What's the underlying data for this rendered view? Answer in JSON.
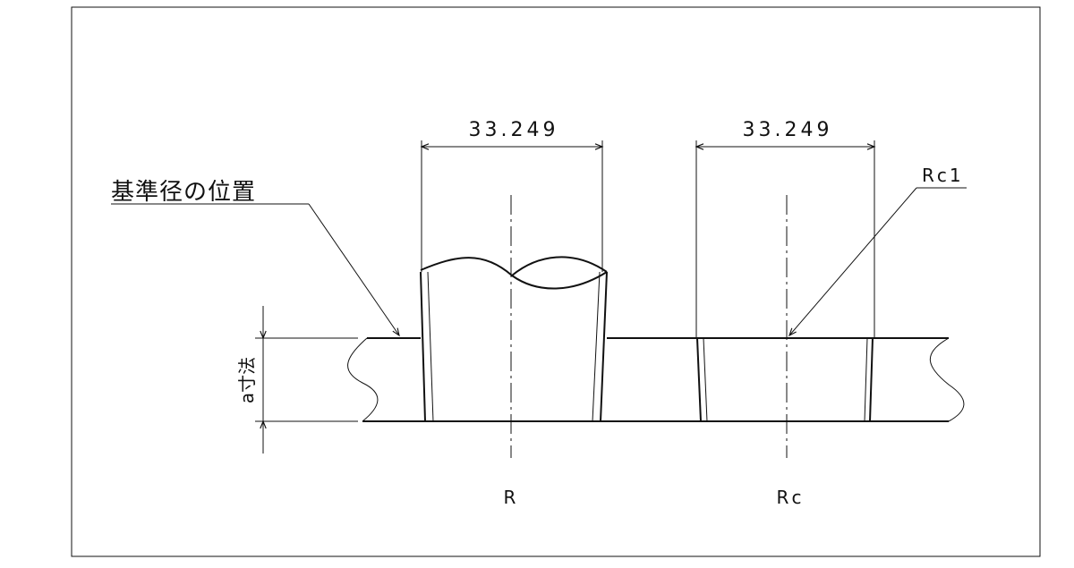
{
  "drawing": {
    "dimension_left": "33.249",
    "dimension_right": "33.249",
    "note_reference_diameter": "基準径の位置",
    "note_rc": "Rc1",
    "label_left_fitting": "R",
    "label_right_fitting": "Rc",
    "side_dimension": "a寸法"
  },
  "colors": {
    "line": "#111111",
    "background": "#ffffff"
  }
}
